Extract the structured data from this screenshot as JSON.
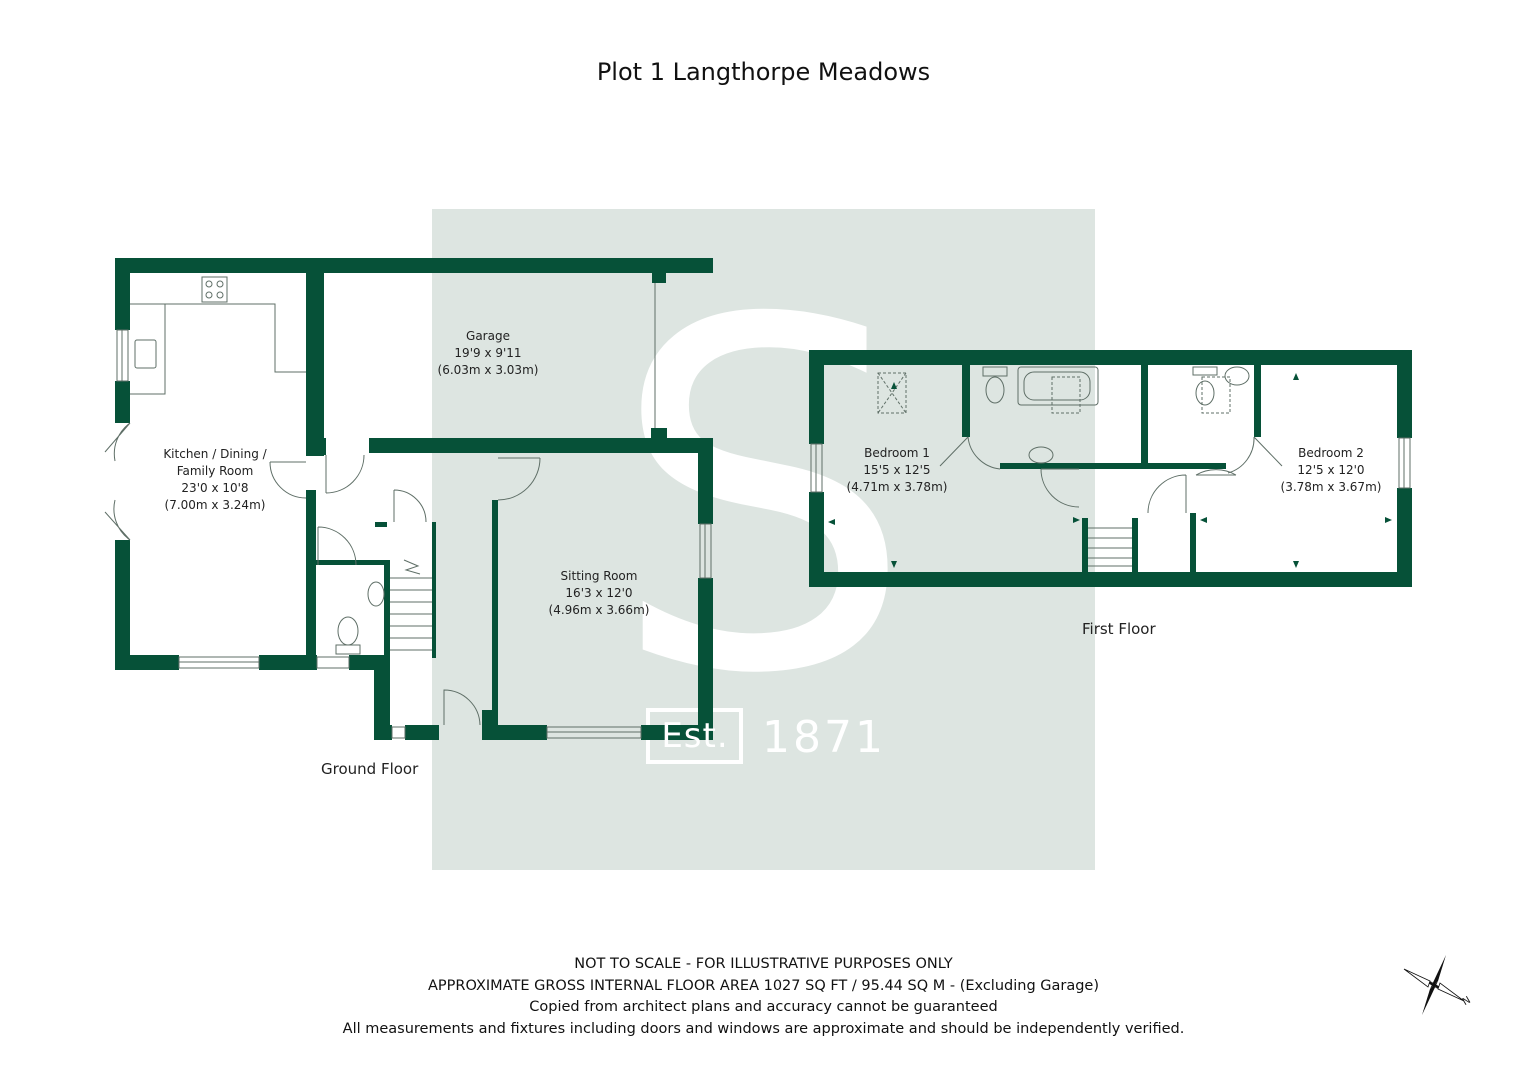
{
  "title": "Plot 1 Langthorpe Meadows",
  "watermark": {
    "letter": "S",
    "est": "Est.",
    "year": "1871",
    "color": "#dde5e1"
  },
  "colors": {
    "wall": "#065138",
    "fixture": "#5f6f67",
    "text": "#1a1a1a"
  },
  "floors": {
    "ground": {
      "label": "Ground Floor"
    },
    "first": {
      "label": "First Floor"
    }
  },
  "rooms": {
    "kitchen": {
      "name_line1": "Kitchen / Dining /",
      "name_line2": "Family Room",
      "imperial": "23'0 x 10'8",
      "metric": "(7.00m x 3.24m)"
    },
    "garage": {
      "name": "Garage",
      "imperial": "19'9 x 9'11",
      "metric": "(6.03m x 3.03m)"
    },
    "sitting": {
      "name": "Sitting Room",
      "imperial": "16'3 x 12'0",
      "metric": "(4.96m x 3.66m)"
    },
    "bedroom1": {
      "name": "Bedroom 1",
      "imperial": "15'5 x 12'5",
      "metric": "(4.71m x 3.78m)"
    },
    "bedroom2": {
      "name": "Bedroom 2",
      "imperial": "12'5 x 12'0",
      "metric": "(3.78m x 3.67m)"
    }
  },
  "disclaimer": {
    "line1": "NOT TO SCALE - FOR ILLUSTRATIVE PURPOSES ONLY",
    "line2": "APPROXIMATE GROSS INTERNAL FLOOR AREA 1027 SQ FT / 95.44 SQ M - (Excluding Garage)",
    "line3": "Copied from architect plans and accuracy cannot be guaranteed",
    "line4": "All measurements and fixtures including doors and windows are approximate and should be independently verified."
  },
  "compass": {
    "icon": "compass-icon",
    "label": "N"
  }
}
